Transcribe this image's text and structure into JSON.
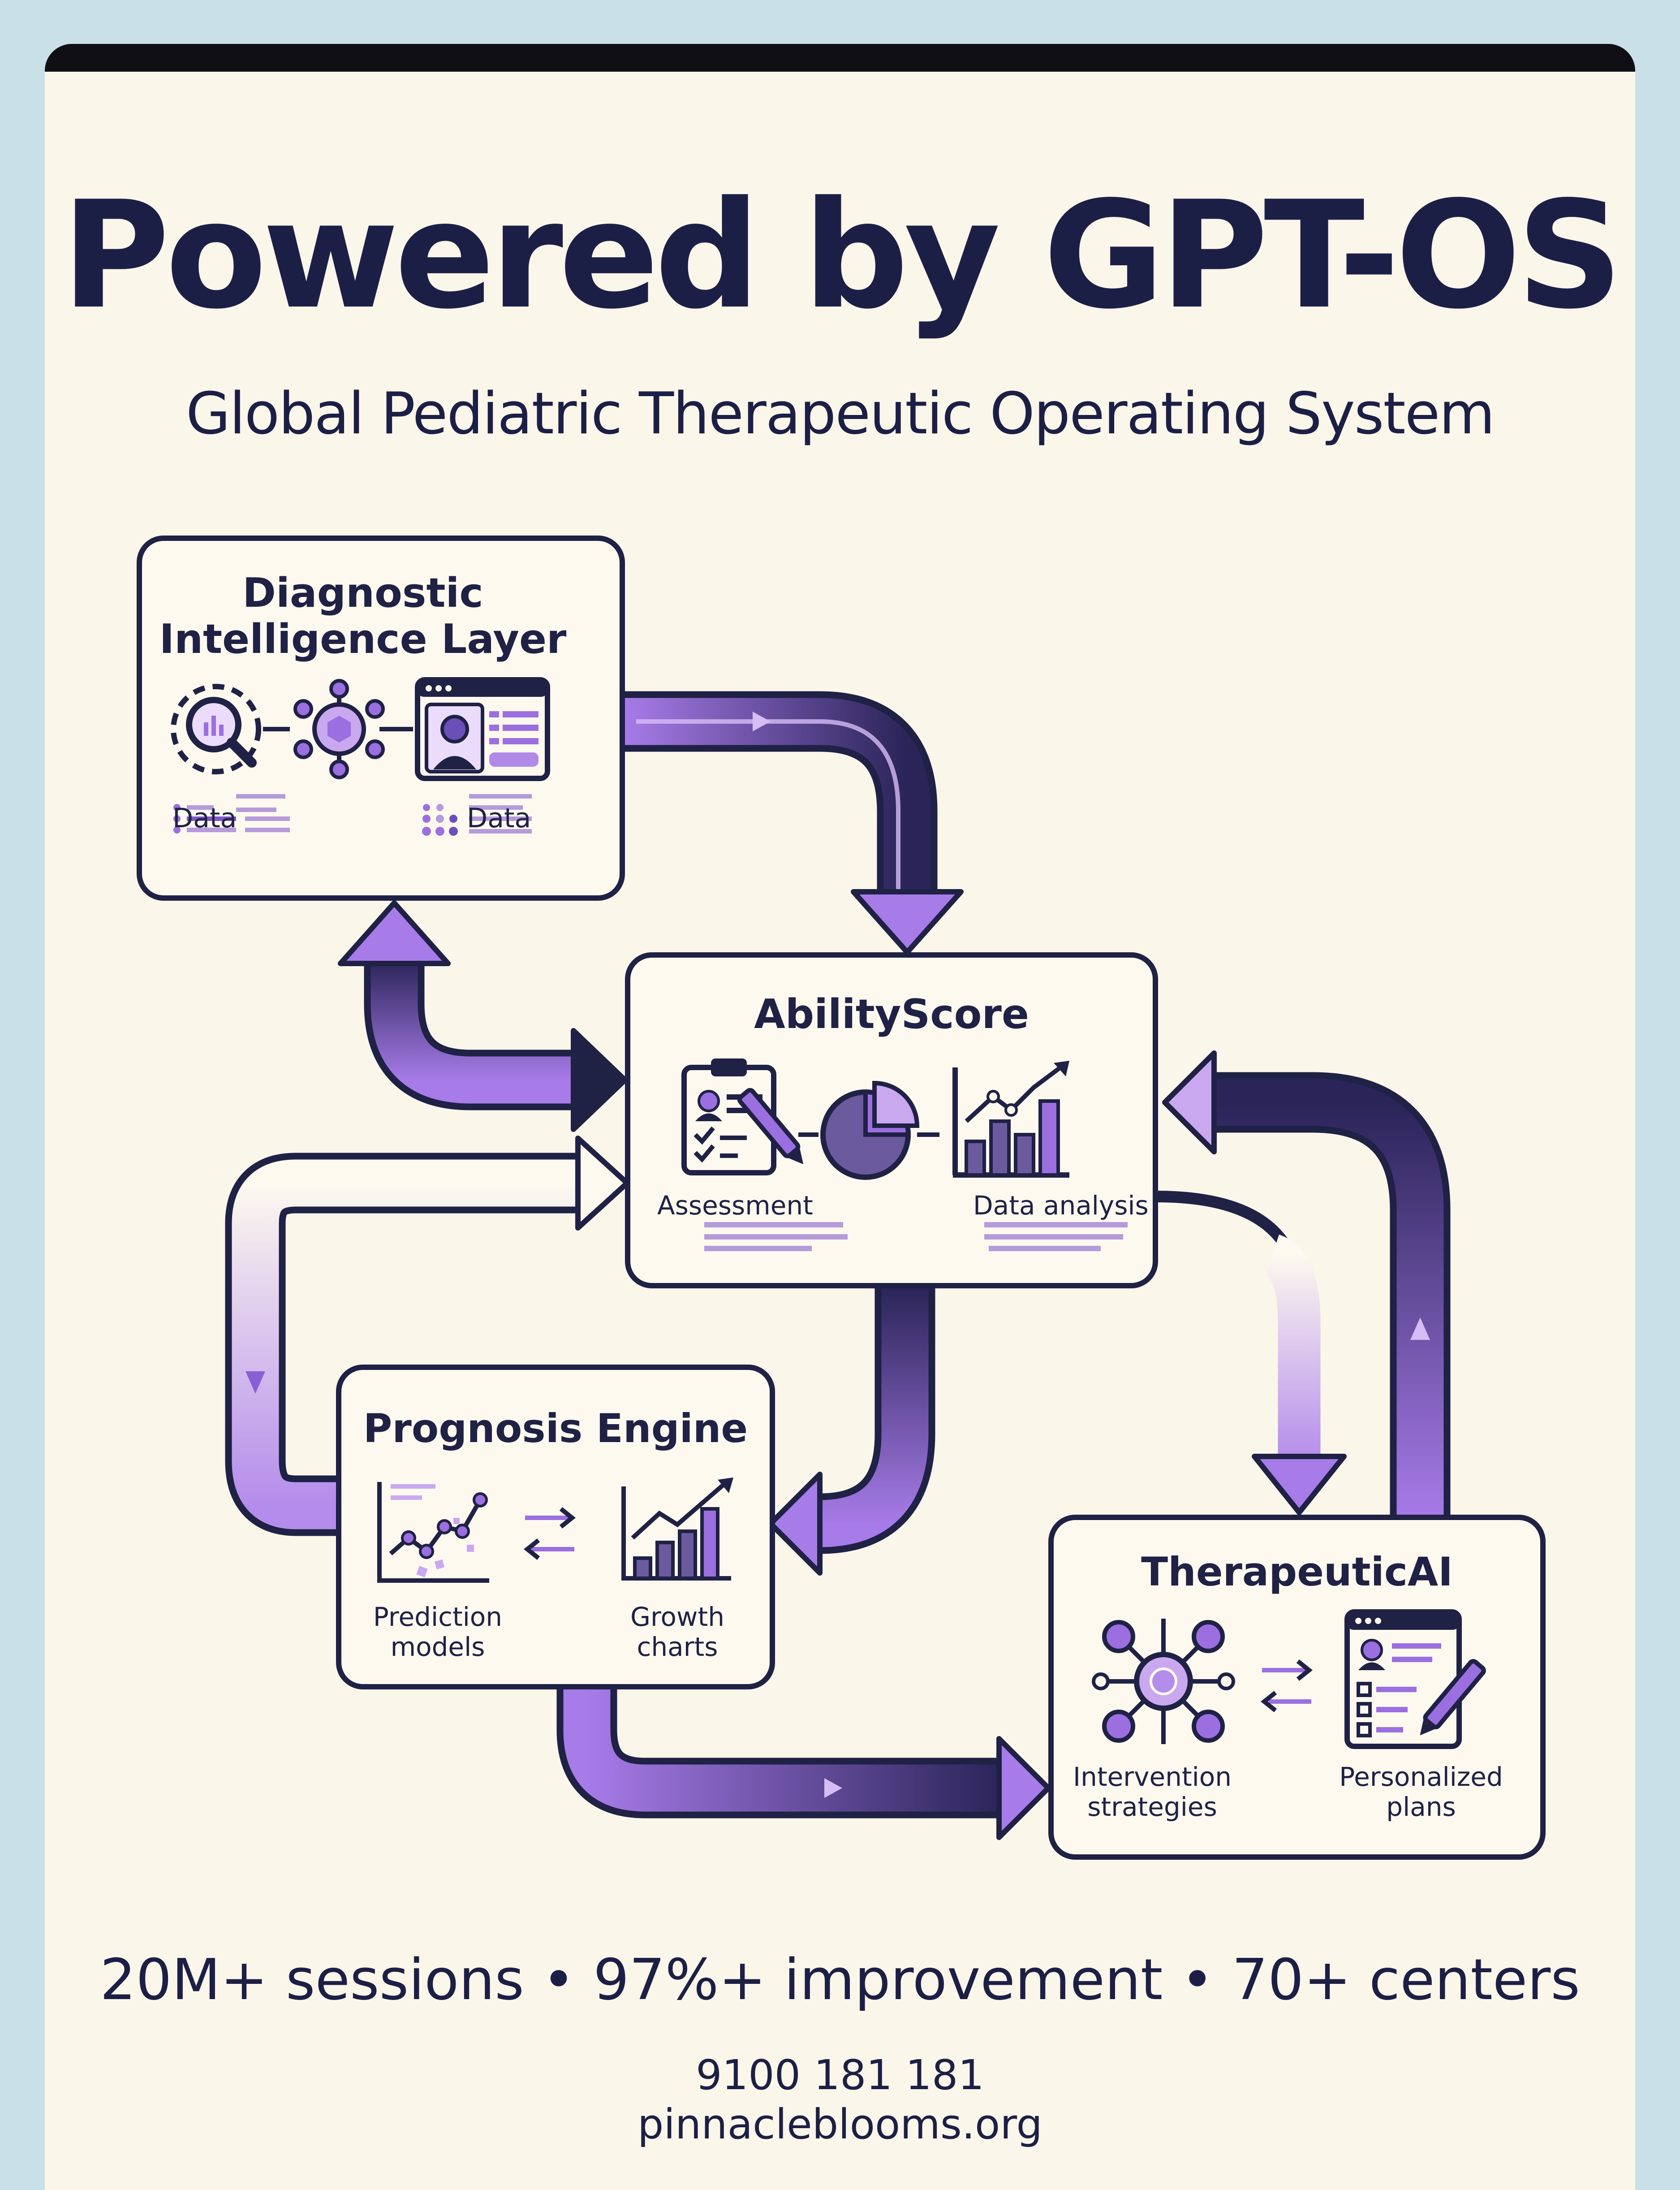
{
  "header": {
    "title": "Powered by GPT-OS",
    "subtitle": "Global Pediatric Therapeutic Operating System"
  },
  "nodes": {
    "diagnostic": {
      "title_line1": "Diagnostic",
      "title_line2": "Intelligence Layer",
      "label_left": "Data",
      "label_right": "Data"
    },
    "ability": {
      "title": "AbilityScore",
      "label_left": "Assessment",
      "label_right": "Data analysis"
    },
    "prognosis": {
      "title": "Prognosis Engine",
      "label_left_1": "Prediction",
      "label_left_2": "models",
      "label_right_1": "Growth",
      "label_right_2": "charts"
    },
    "therapeutic": {
      "title": "TherapeuticAI",
      "label_left_1": "Intervention",
      "label_left_2": "strategies",
      "label_right_1": "Personalized",
      "label_right_2": "plans"
    }
  },
  "footer": {
    "stats": "20M+ sessions • 97%+ improvement • 70+ centers",
    "phone": "9100 181 181",
    "website": "pinnacleblooms.org"
  },
  "colors": {
    "navy": "#1f2145",
    "purple": "#9b6fe0",
    "light_purple": "#c9a8f0",
    "background": "#fbf6ea",
    "frame": "#c9e0e6"
  }
}
